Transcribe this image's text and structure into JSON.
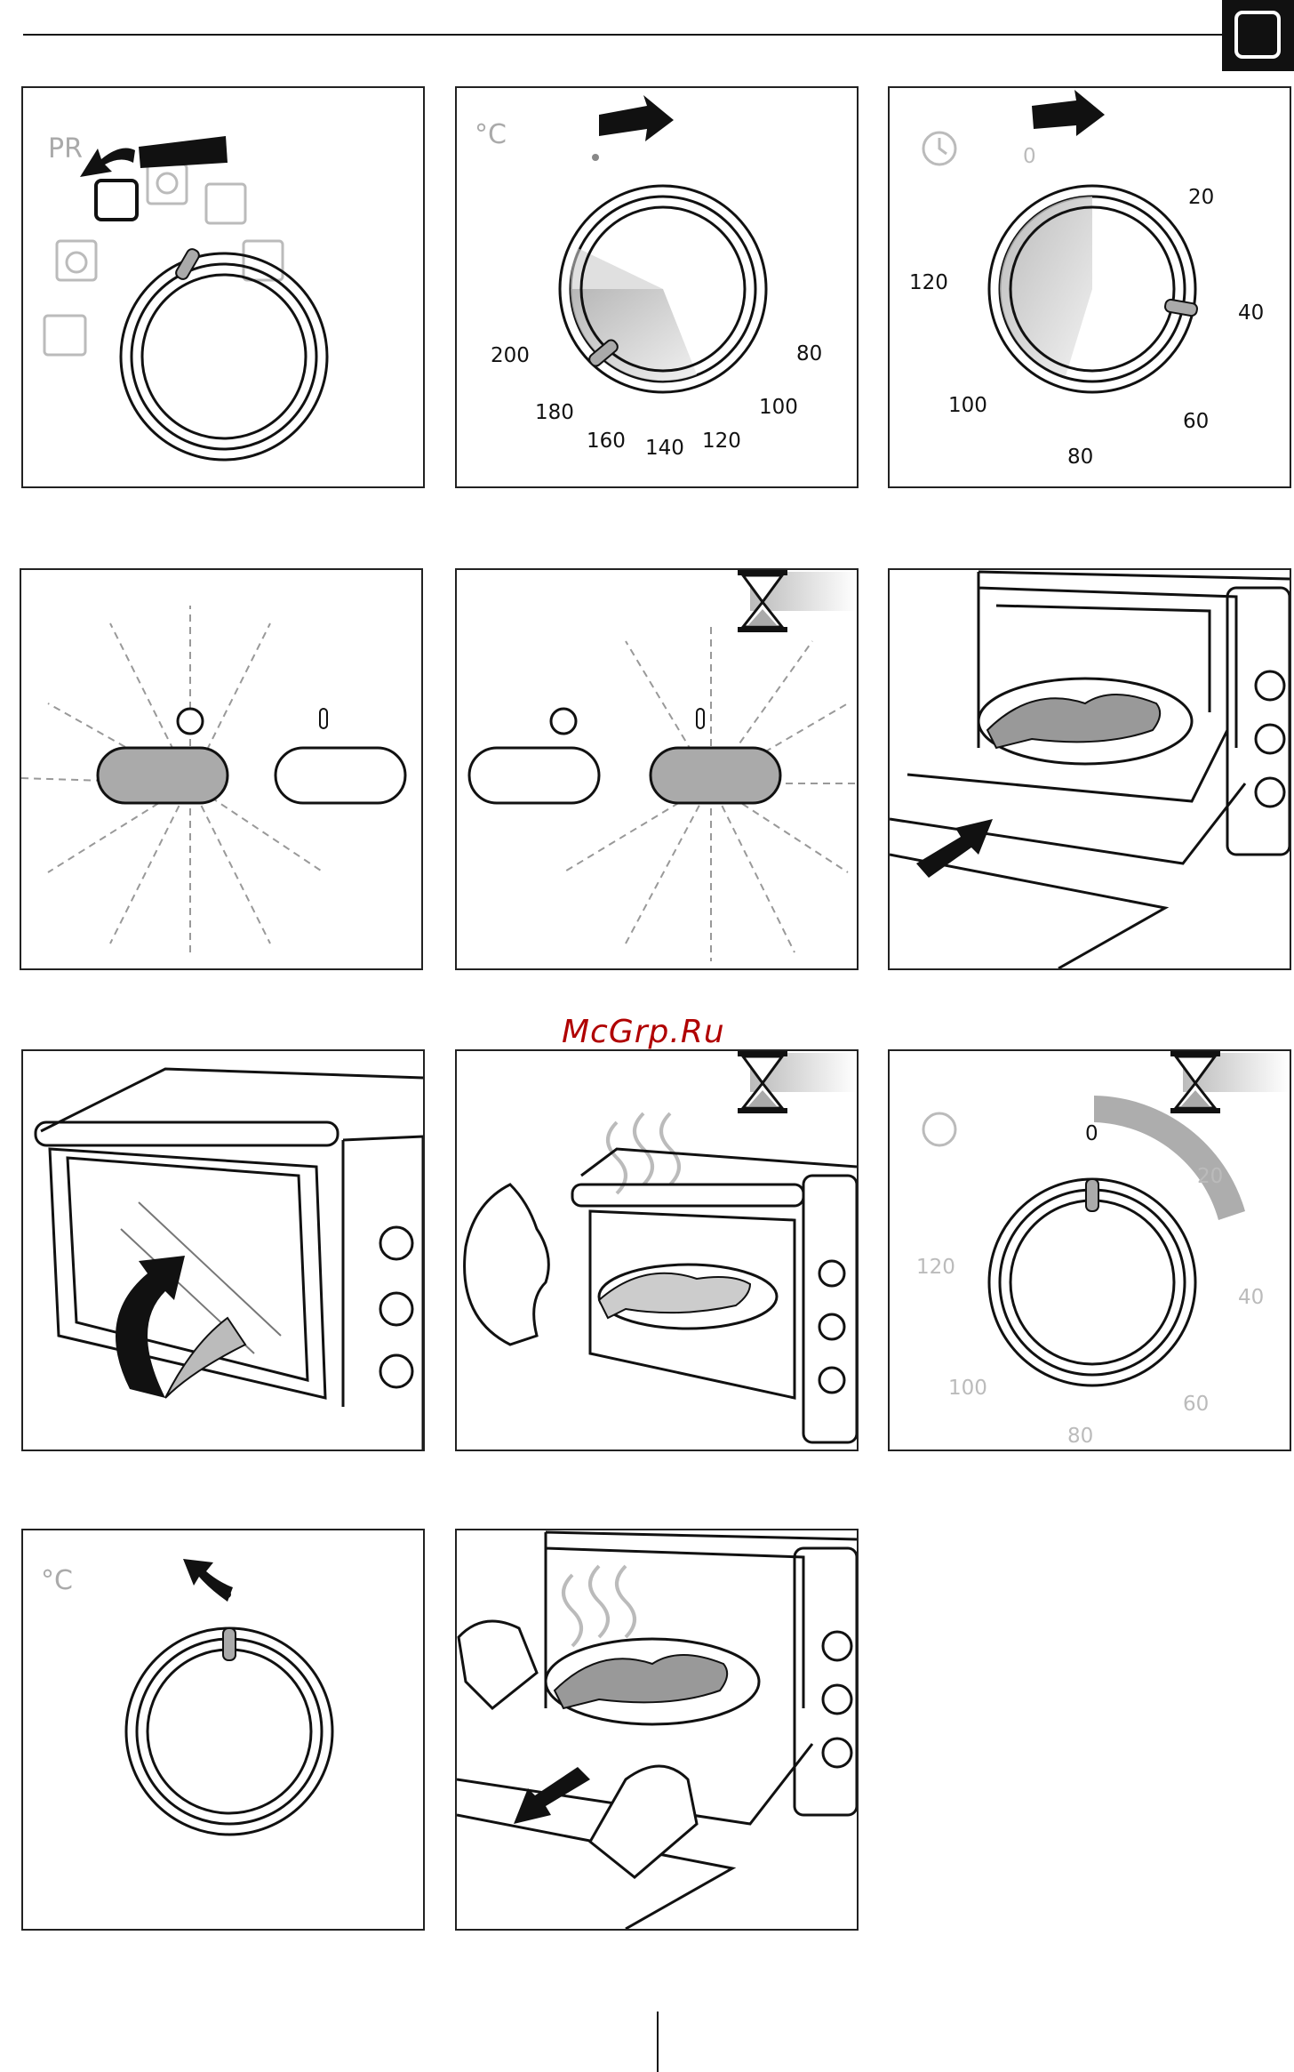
{
  "header": {
    "icon": "oven-icon"
  },
  "watermark": "McGrp.Ru",
  "panels": [
    {
      "id": 1,
      "icon": "function-selector-knob",
      "labels": {
        "pr": "PR"
      }
    },
    {
      "id": 2,
      "icon": "thermostat-knob",
      "labels": {
        "unit": "°C",
        "t200": "200",
        "t180": "180",
        "t160": "160",
        "t140": "140",
        "t120": "120",
        "t100": "100",
        "t80": "80"
      }
    },
    {
      "id": 3,
      "icon": "timer-knob",
      "labels": {
        "m0": "0",
        "m20": "20",
        "m40": "40",
        "m60": "60",
        "m80": "80",
        "m100": "100",
        "m120": "120"
      }
    },
    {
      "id": 4,
      "icon": "timer-indicator-lit"
    },
    {
      "id": 5,
      "icon": "thermostat-indicator-lit"
    },
    {
      "id": 6,
      "icon": "insert-fish-tray"
    },
    {
      "id": 7,
      "icon": "close-oven-door"
    },
    {
      "id": 8,
      "icon": "check-cooking"
    },
    {
      "id": 9,
      "icon": "timer-counting-down",
      "labels": {
        "m0": "0",
        "m20": "20",
        "m40": "40",
        "m60": "60",
        "m80": "80",
        "m100": "100",
        "m120": "120"
      }
    },
    {
      "id": 10,
      "icon": "thermostat-off",
      "labels": {
        "unit": "°C"
      }
    },
    {
      "id": 11,
      "icon": "remove-cooked-fish"
    }
  ]
}
